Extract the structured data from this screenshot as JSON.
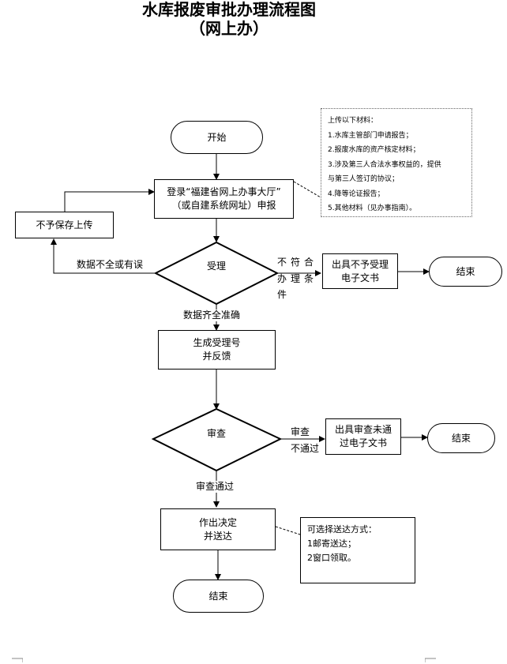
{
  "title": {
    "line1": "水库报废审批办理流程图",
    "line2": "（网上办）"
  },
  "nodes": {
    "start": "开始",
    "login": "登录“福建省网上办事大厅”\n（或自建系统网址）申报",
    "reject_save": "不予保存上传",
    "accept": "受理",
    "no_accept_doc": "出具不予受理\n电子文书",
    "end1": "结束",
    "gen_number": "生成受理号\n并反馈",
    "review": "审查",
    "review_fail_doc": "出具审查未通\n过电子文书",
    "end2": "结束",
    "decision": "作出决定\n并送达",
    "end3": "结束"
  },
  "edge_labels": {
    "incomplete": "数据不全或有误",
    "not_qualified_line1": "不符合",
    "not_qualified_line2": "办理条",
    "not_qualified_line3": "件",
    "complete": "数据齐全准确",
    "review_fail_line1": "审查",
    "review_fail_line2": "不通过",
    "review_pass": "审查通过"
  },
  "materials_note": {
    "heading": "上传以下材料：",
    "items": [
      "1.水库主管部门申请报告；",
      "2.报废水库的资产核定材料；",
      "3.涉及第三人合法水事权益的，提供",
      "与第三人签订的协议；",
      "4.降等论证报告；",
      "5.其他材料（见办事指南）。"
    ]
  },
  "delivery_note": {
    "heading": "可选择送达方式：",
    "items": [
      "1邮寄送达；",
      "2窗口领取。"
    ]
  }
}
